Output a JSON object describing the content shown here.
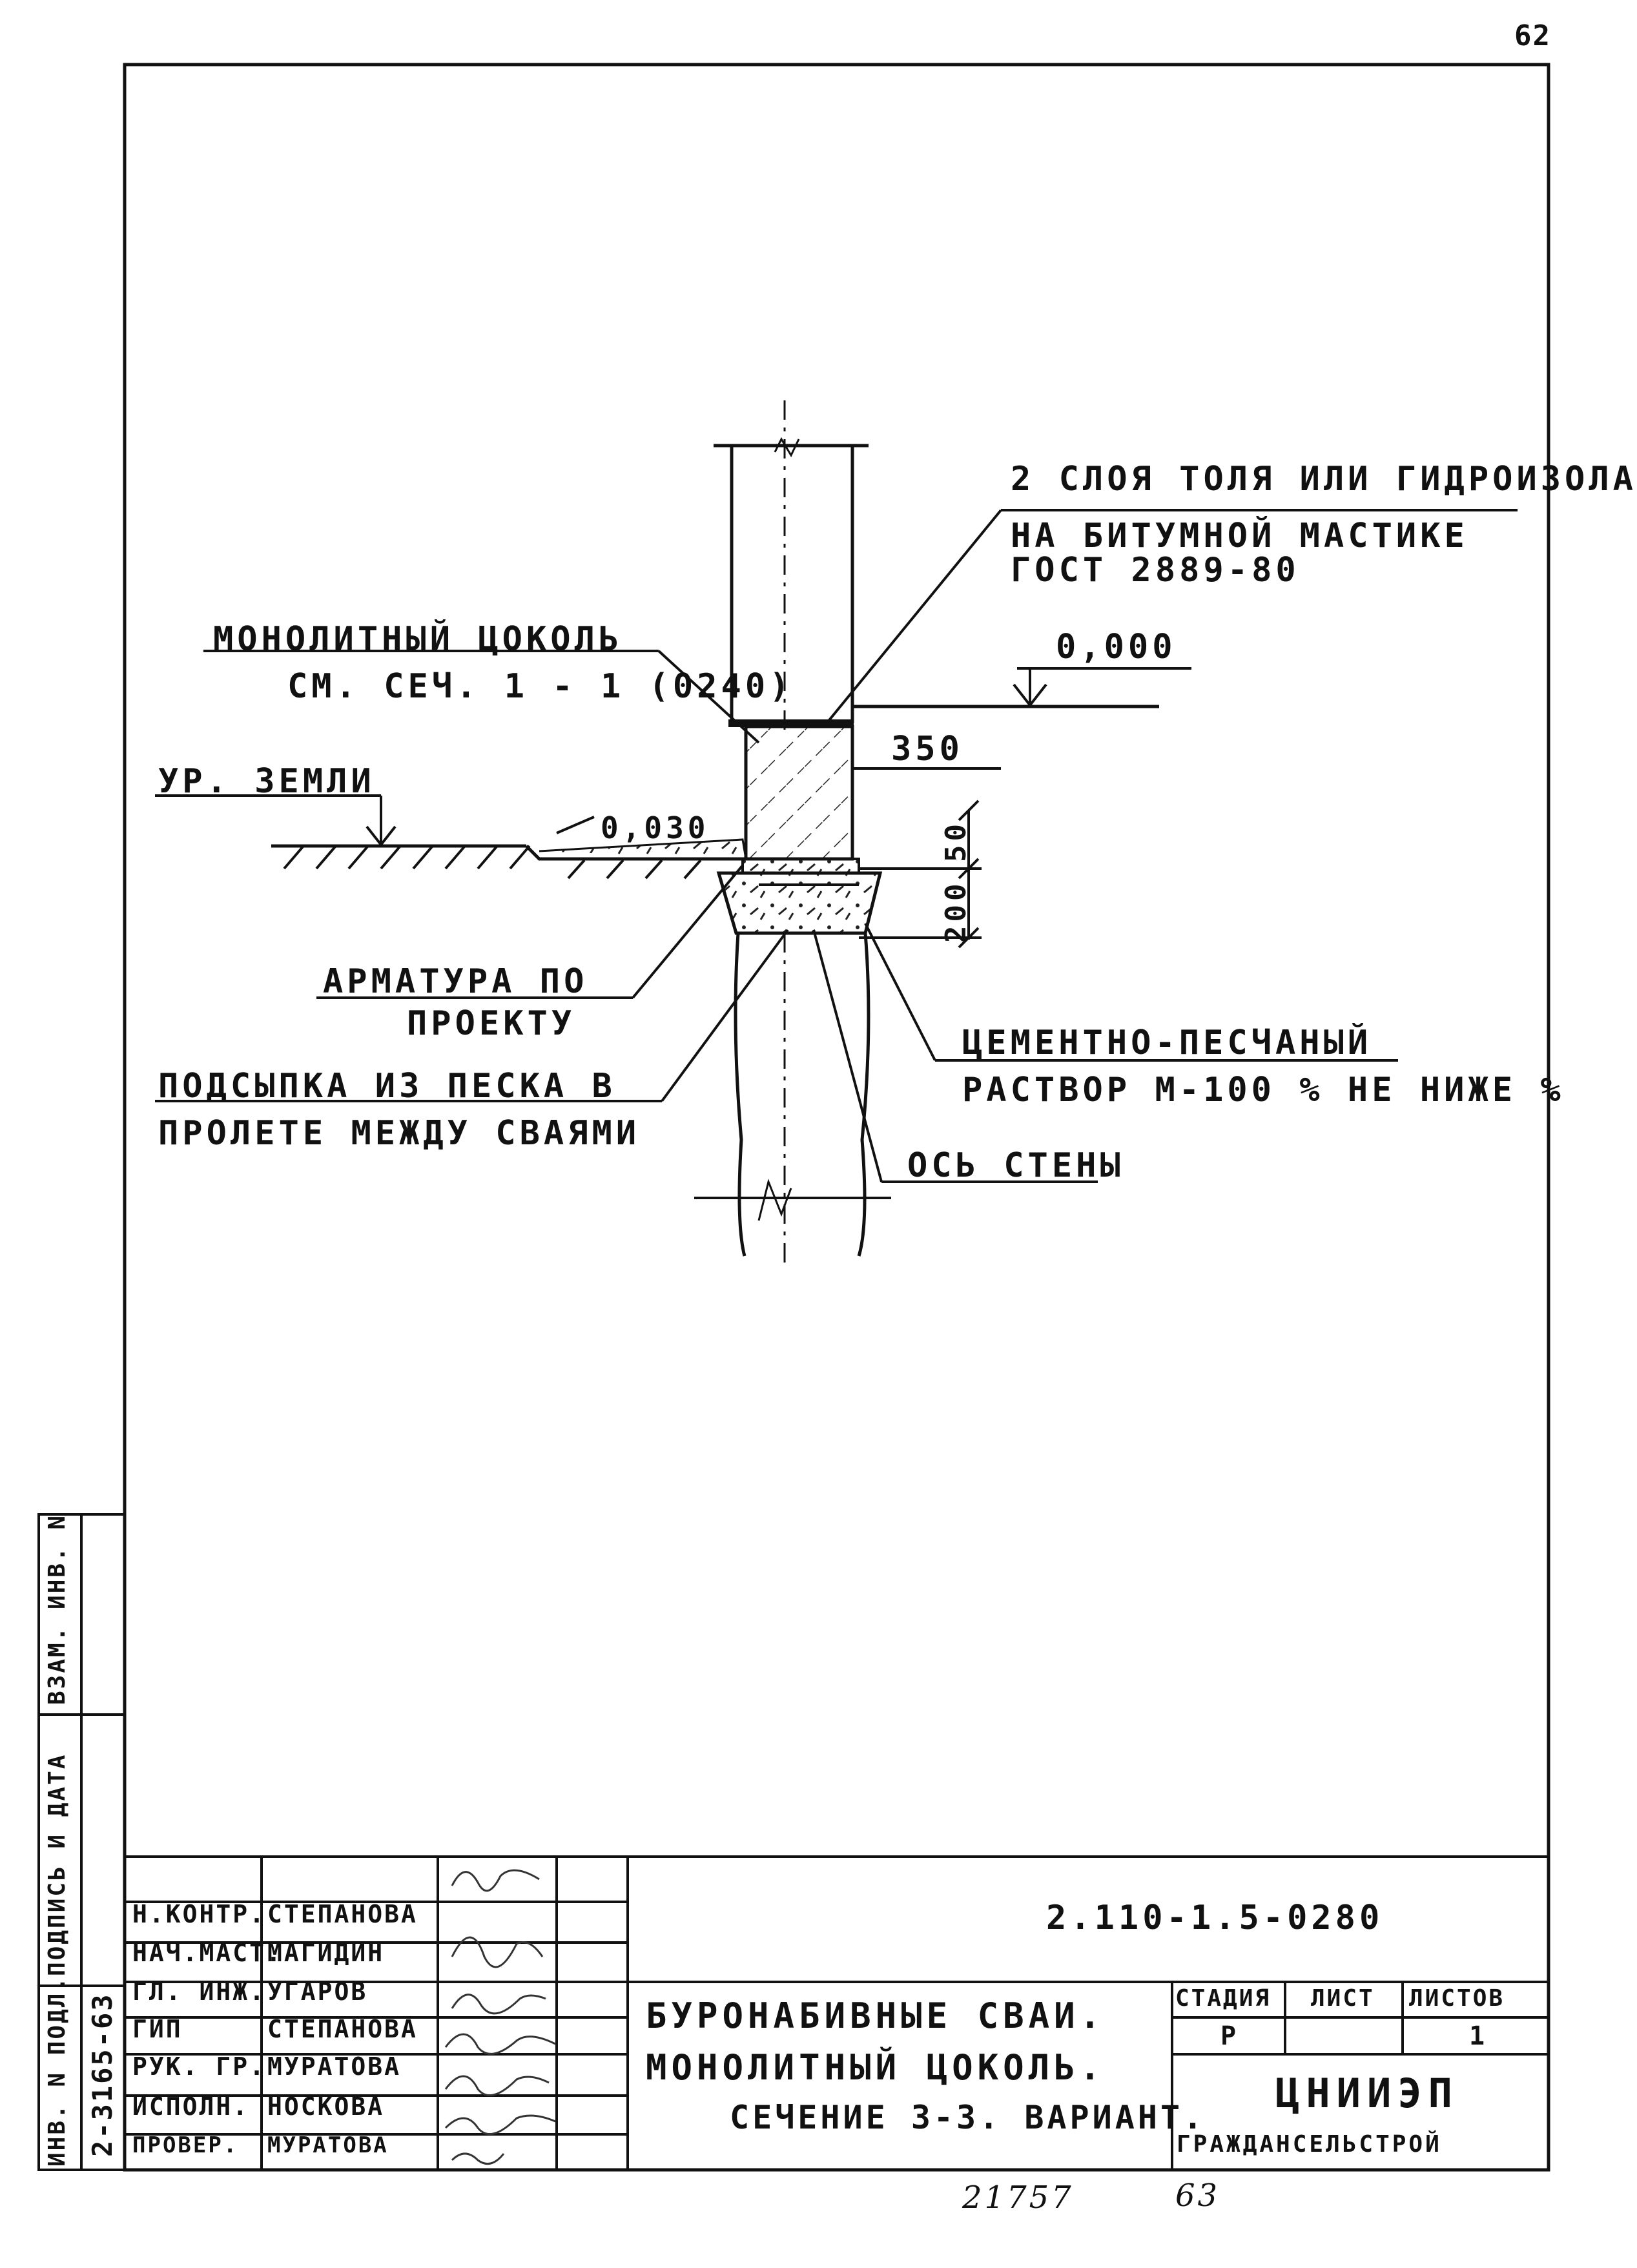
{
  "sheet": {
    "page_number": "62",
    "footer_number": "21757",
    "footer_page": "63"
  },
  "labels": {
    "waterproofing_line1": "2 СЛОЯ ТОЛЯ ИЛИ ГИДРОИЗОЛА",
    "waterproofing_line2": "НА БИТУМНОЙ МАСТИКЕ",
    "waterproofing_line3": "ГОСТ 2889-80",
    "plinth_line1": "МОНОЛИТНЫЙ ЦОКОЛЬ",
    "plinth_line2": "СМ. СЕЧ. 1 - 1 (0240)",
    "level_zero": "0,000",
    "dim_width": "350",
    "ground_level": "УР. ЗЕМЛИ",
    "level_minus": "0,030",
    "dim_50": "50",
    "dim_200": "200",
    "rebar_line1": "АРМАТУРА ПО",
    "rebar_line2": "ПРОЕКТУ",
    "sand_line1": "ПОДСЫПКА ИЗ ПЕСКА В",
    "sand_line2": "ПРОЛЕТЕ МЕЖДУ СВАЯМИ",
    "mortar_line1": "ЦЕМЕНТНО-ПЕСЧАНЫЙ",
    "mortar_line2": "РАСТВОР М-100 % НЕ НИЖЕ %",
    "wall_axis": "ОСЬ СТЕНЫ"
  },
  "side_stamp": {
    "col1": "ИНВ. N ПОДЛ.",
    "col1_value": "2-3165-63",
    "col2": "ПОДПИСЬ И ДАТА",
    "col3": "ВЗАМ. ИНВ. N"
  },
  "title_block": {
    "doc_code": "2.110-1.5-0280",
    "roles": [
      {
        "role": "Н.КОНТР.",
        "name": "СТЕПАНОВА"
      },
      {
        "role": "НАЧ.МАСТ.",
        "name": "МАГИДИН"
      },
      {
        "role": "ГЛ. ИНЖ.",
        "name": "УГАРОВ"
      },
      {
        "role": "ГИП",
        "name": "СТЕПАНОВА"
      },
      {
        "role": "РУК. ГР.",
        "name": "МУРАТОВА"
      },
      {
        "role": "ИСПОЛН.",
        "name": "НОСКОВА"
      },
      {
        "role": "ПРОВЕР.",
        "name": "МУРАТОВА"
      }
    ],
    "title_line1": "БУРОНАБИВНЫЕ СВАИ.",
    "title_line2": "МОНОЛИТНЫЙ ЦОКОЛЬ.",
    "title_line3": "СЕЧЕНИЕ 3-3. ВАРИАНТ.",
    "stage_header": "СТАДИЯ",
    "sheet_header": "ЛИСТ",
    "sheets_header": "ЛИСТОВ",
    "stage_value": "Р",
    "sheet_value": "",
    "sheets_value": "1",
    "org_line1": "ЦНИИЭП",
    "org_line2": "ГРАЖДАНСЕЛЬСТРОЙ"
  }
}
